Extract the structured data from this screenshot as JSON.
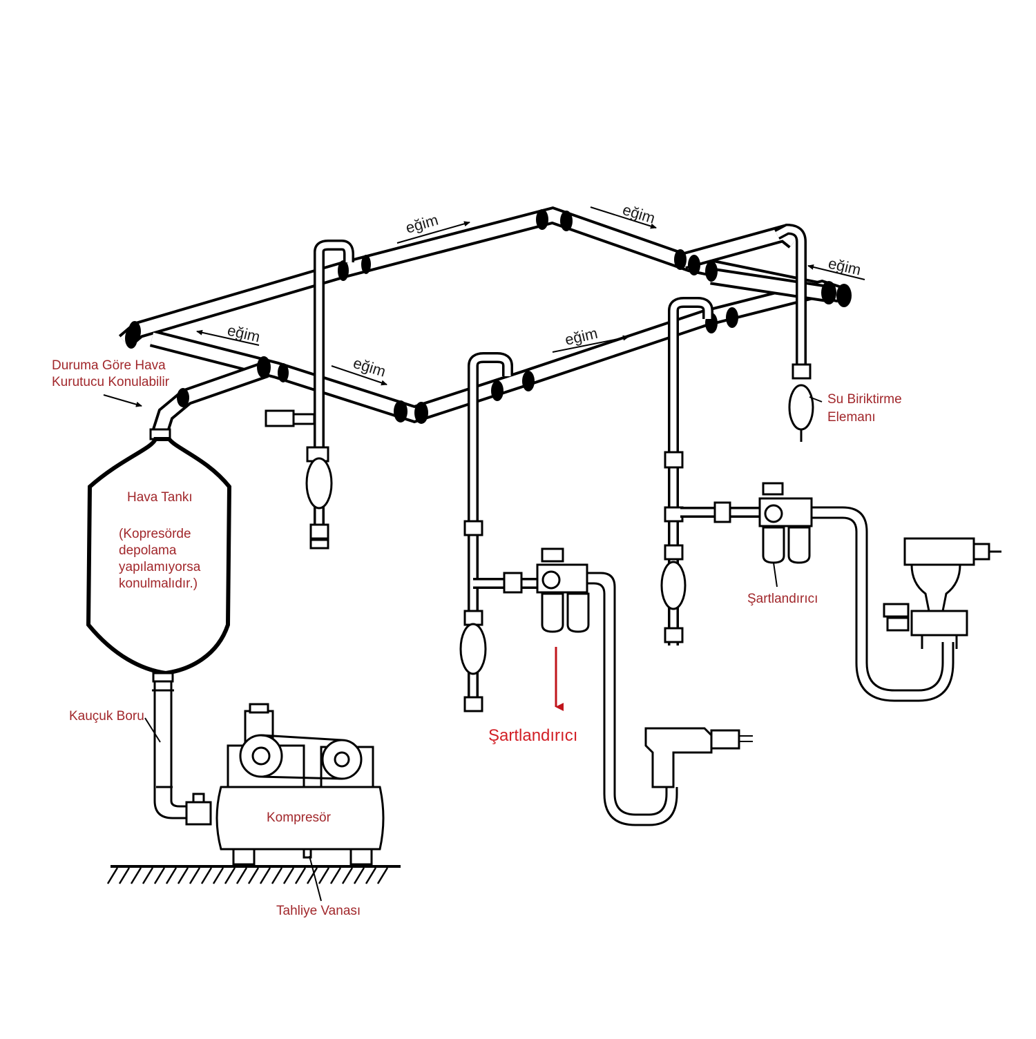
{
  "labels": {
    "dryer_line1": "Duruma Göre Hava",
    "dryer_line2": "Kurutucu Konulabilir",
    "tank_title": "Hava Tankı",
    "tank_note1": "(Kopresörde",
    "tank_note2": "depolama",
    "tank_note3": "yapılamıyorsa",
    "tank_note4": "konulmalıdır.)",
    "rubber_hose": "Kauçuk Boru",
    "compressor": "Kompresör",
    "drain_valve": "Tahliye Vanası",
    "water_trap_line1": "Su Biriktirme",
    "water_trap_line2": "Elemanı",
    "conditioner_right": "Şartlandırıcı",
    "conditioner_red": "Şartlandırıcı"
  },
  "slope_labels": {
    "top_left": "eğim",
    "top_right": "eğim",
    "far_right": "eğim",
    "left": "eğim",
    "front_left": "eğim",
    "front_right": "eğim"
  },
  "colors": {
    "label": "#a1272b",
    "highlight_label": "#d21f26",
    "line": "#000000"
  }
}
